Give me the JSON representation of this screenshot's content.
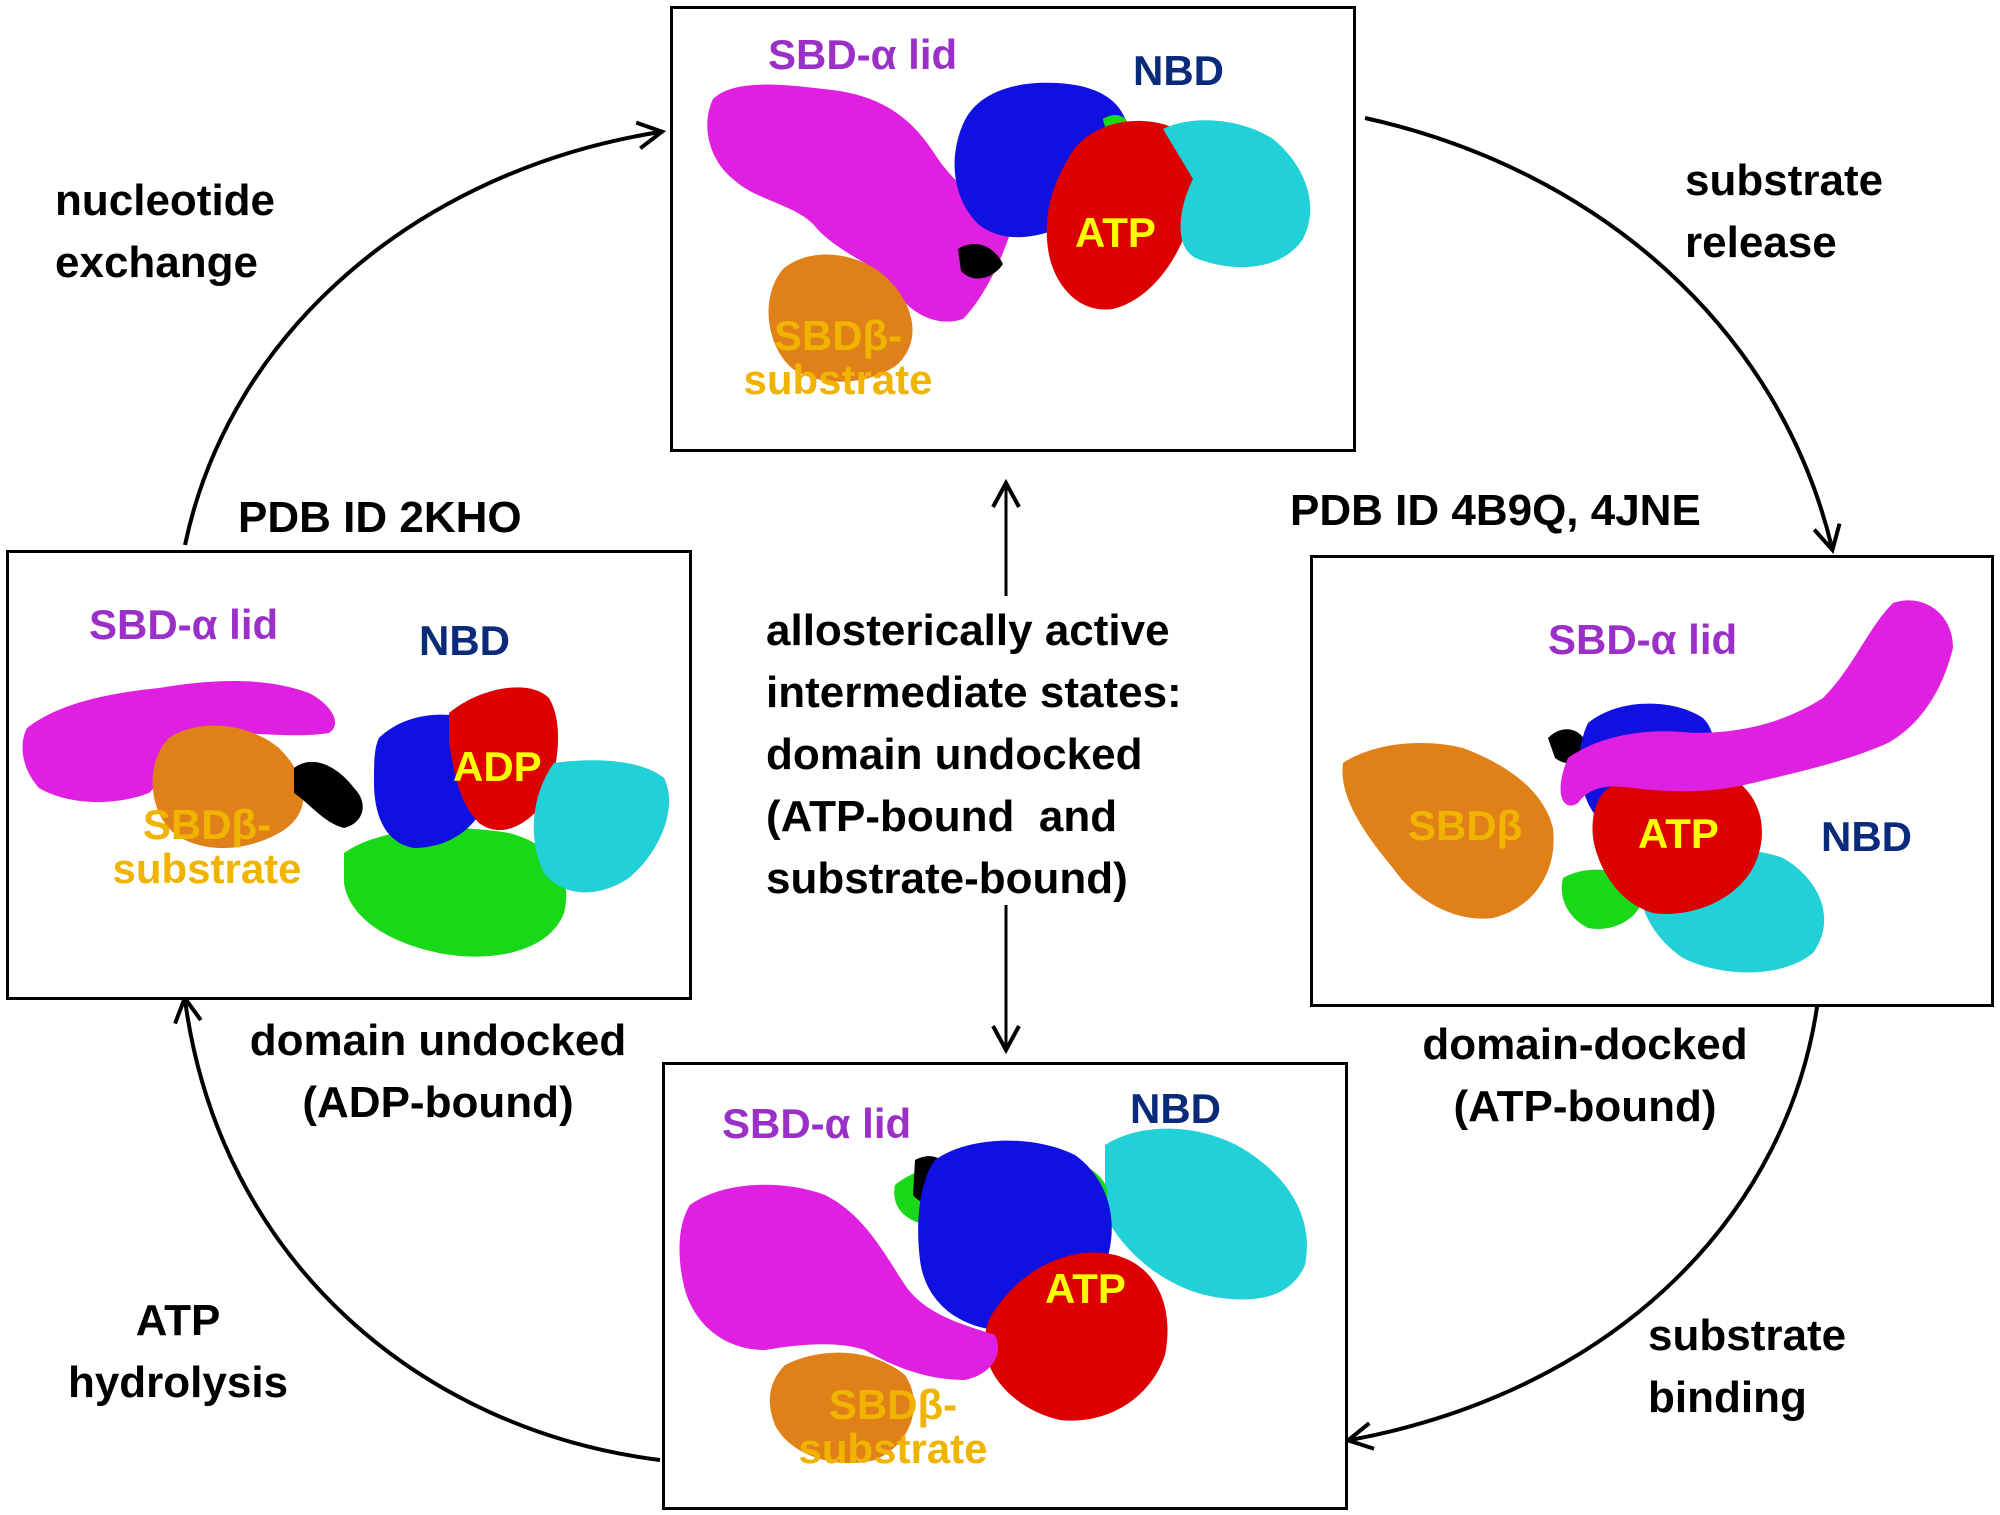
{
  "colors": {
    "sbd_lid": "#e020e0",
    "sbd_lid_text": "#9b30c8",
    "nbd_blue": "#1010e0",
    "nbd_text": "#0a2a7a",
    "nucleotide_red": "#dd0000",
    "nucleotide_text": "#ffff00",
    "cyan": "#22d0d8",
    "sbd_beta": "#e08018",
    "sbd_beta_text": "#f0b400",
    "green": "#18d818",
    "linker": "#000000"
  },
  "top_panel": {
    "sbd_lid_label": "SBD-α lid",
    "nbd_label": "NBD",
    "nucleotide_label": "ATP",
    "sbd_beta_label_line1": "SBDβ-",
    "sbd_beta_label_line2": "substrate"
  },
  "left_panel": {
    "pdb_label": "PDB ID 2KHO",
    "sbd_lid_label": "SBD-α lid",
    "nbd_label": "NBD",
    "nucleotide_label": "ADP",
    "sbd_beta_label_line1": "SBDβ-",
    "sbd_beta_label_line2": "substrate",
    "state_line1": "domain undocked",
    "state_line2": "(ADP-bound)"
  },
  "right_panel": {
    "pdb_label": "PDB ID 4B9Q, 4JNE",
    "sbd_lid_label": "SBD-α lid",
    "nbd_label": "NBD",
    "nucleotide_label": "ATP",
    "sbd_beta_label": "SBDβ",
    "state_line1": "domain-docked",
    "state_line2": "(ATP-bound)"
  },
  "bottom_panel": {
    "sbd_lid_label": "SBD-α lid",
    "nbd_label": "NBD",
    "nucleotide_label": "ATP",
    "sbd_beta_label_line1": "SBDβ-",
    "sbd_beta_label_line2": "substrate"
  },
  "center_text": [
    "allosterically active",
    "intermediate states:",
    "domain undocked",
    "(ATP-bound  and",
    "substrate-bound)"
  ],
  "cycle_steps": {
    "nucleotide_exchange": [
      "nucleotide",
      "exchange"
    ],
    "substrate_release": [
      "substrate",
      "release"
    ],
    "substrate_binding": [
      "substrate",
      "binding"
    ],
    "atp_hydrolysis": [
      "ATP",
      "hydrolysis"
    ]
  }
}
